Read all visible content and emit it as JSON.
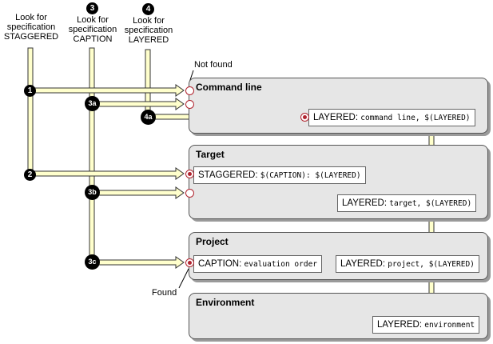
{
  "labels": {
    "look_for": "Look for specification",
    "staggered_name": "STAGGERED",
    "caption_name": "CAPTION",
    "layered_name": "LAYERED",
    "not_found": "Not found",
    "found": "Found"
  },
  "steps": {
    "s1": "1",
    "s2": "2",
    "s3": "3",
    "s4": "4",
    "s3a": "3a",
    "s3b": "3b",
    "s3c": "3c",
    "s4a": "4a"
  },
  "boxes": {
    "command_line": {
      "title": "Command line",
      "layered": {
        "name": "LAYERED",
        "value": "command line, $(LAYERED)"
      }
    },
    "target": {
      "title": "Target",
      "staggered": {
        "name": "STAGGERED",
        "value": "$(CAPTION): $(LAYERED)"
      },
      "layered": {
        "name": "LAYERED",
        "value": "target, $(LAYERED)"
      }
    },
    "project": {
      "title": "Project",
      "caption": {
        "name": "CAPTION",
        "value": "evaluation order"
      },
      "layered": {
        "name": "LAYERED",
        "value": "project, $(LAYERED)"
      }
    },
    "environment": {
      "title": "Environment",
      "layered": {
        "name": "LAYERED",
        "value": "environment"
      }
    }
  },
  "colors": {
    "path_fill": "#ffffcc",
    "path_stroke": "#333333",
    "box_fill": "#e6e6e6",
    "dot": "#b0242f"
  }
}
